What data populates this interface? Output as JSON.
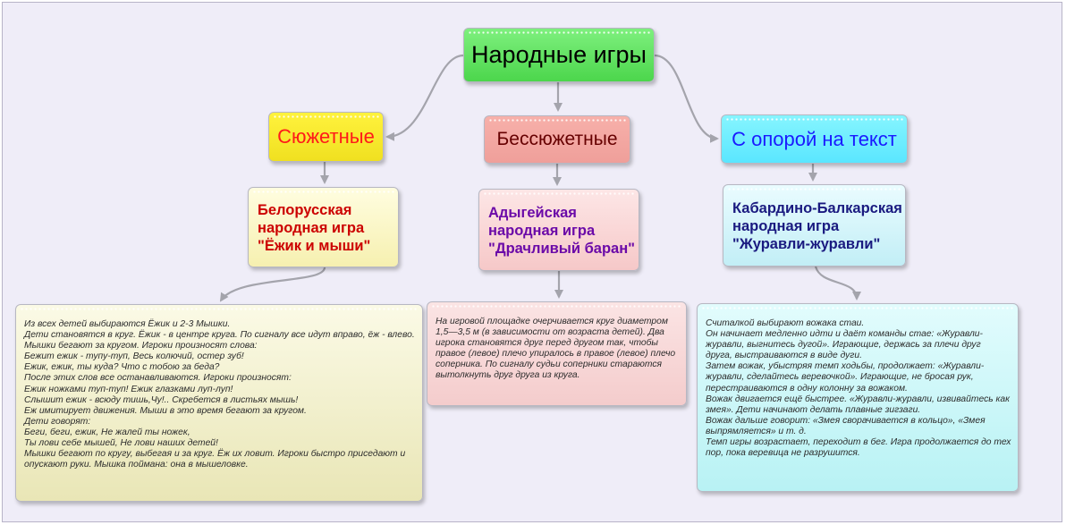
{
  "root": {
    "label": "Народные игры"
  },
  "categories": [
    {
      "label": "Сюжетные"
    },
    {
      "label": "Бессюжетные"
    },
    {
      "label": "С опорой на текст"
    }
  ],
  "games": [
    {
      "lines": [
        "Белорусская",
        "народная игра",
        "\"Ёжик и мыши\""
      ]
    },
    {
      "lines": [
        "Адыгейская",
        "народная игра",
        "\"Драчливый баран\""
      ]
    },
    {
      "lines": [
        "Кабардино-Балкарская",
        "народная игра",
        "\"Журавли-журавли\""
      ]
    }
  ],
  "descriptions": [
    {
      "lines": [
        "Из всех детей выбираются Ёжик и 2-3 Мышки.",
        "Дети становятся в круг. Ёжик - в центре круга. По сигналу все идут вправо, ёж - влево.",
        "Мышки бегают за кругом. Игроки произносят слова:",
        "Бежит ежик - тупу-туп, Весь колючий, остер зуб!",
        "Ежик, ежик, ты куда? Что с тобою за беда?",
        "После этих слов все останавливаются. Игроки произносят:",
        "Ежик ножками туп-туп! Ежик глазками луп-луп!",
        "Слышит ежик - всюду тишь,Чу!.. Скребется в листьях мышь!",
        "Еж имитирует движения. Мыши в это время бегают за кругом.",
        "Дети говорят:",
        "Беги, беги, ежик, Не жалей ты ножек,",
        "Ты лови себе мышей, Не лови наших детей!",
        "Мышки бегают по кругу, выбегая и за круг. Ёж их ловит. Игроки быстро приседают и",
        "опускают руки. Мышка поймана: она в мышеловке."
      ]
    },
    {
      "lines": [
        "На игровой площадке очерчивается круг диаметром",
        "1,5—3,5 м (в зависимости от возраста детей). Два",
        "игрока становятся  друг перед другом так, чтобы",
        "правое (левое) плечо упиралось в правое (левое) плечо",
        "соперника. По сигналу судьи соперники стараются",
        "вытолкнуть друг друга из круга."
      ]
    },
    {
      "lines": [
        "Считалкой выбирают вожака стаи.",
        "Он начинает медленно идти и даёт команды стае: «Журавли-",
        "журавли, выгнитесь дугой». Играющие, держась за плечи друг",
        "друга, выстраиваются в виде дуги.",
        "Затем вожак, убыстряя темп ходьбы, продолжает: «Журавли-",
        "журавли, сделайтесь веревочкой». Играющие, не бросая рук,",
        "перестраиваются в одну колонну за вожаком.",
        "Вожак двигается ещё быстрее. «Журавли-журавли, извивайтесь как",
        "змея». Дети начинают делать плавные зигзаги.",
        "Вожак дальше говорит: «Змея сворачивается в кольцо», «Змея",
        "выпрямляется» и т. д.",
        "Темп игры возрастает, переходит в бег. Игра продолжается до тех",
        "пор, пока веревица не разрушится."
      ]
    }
  ]
}
